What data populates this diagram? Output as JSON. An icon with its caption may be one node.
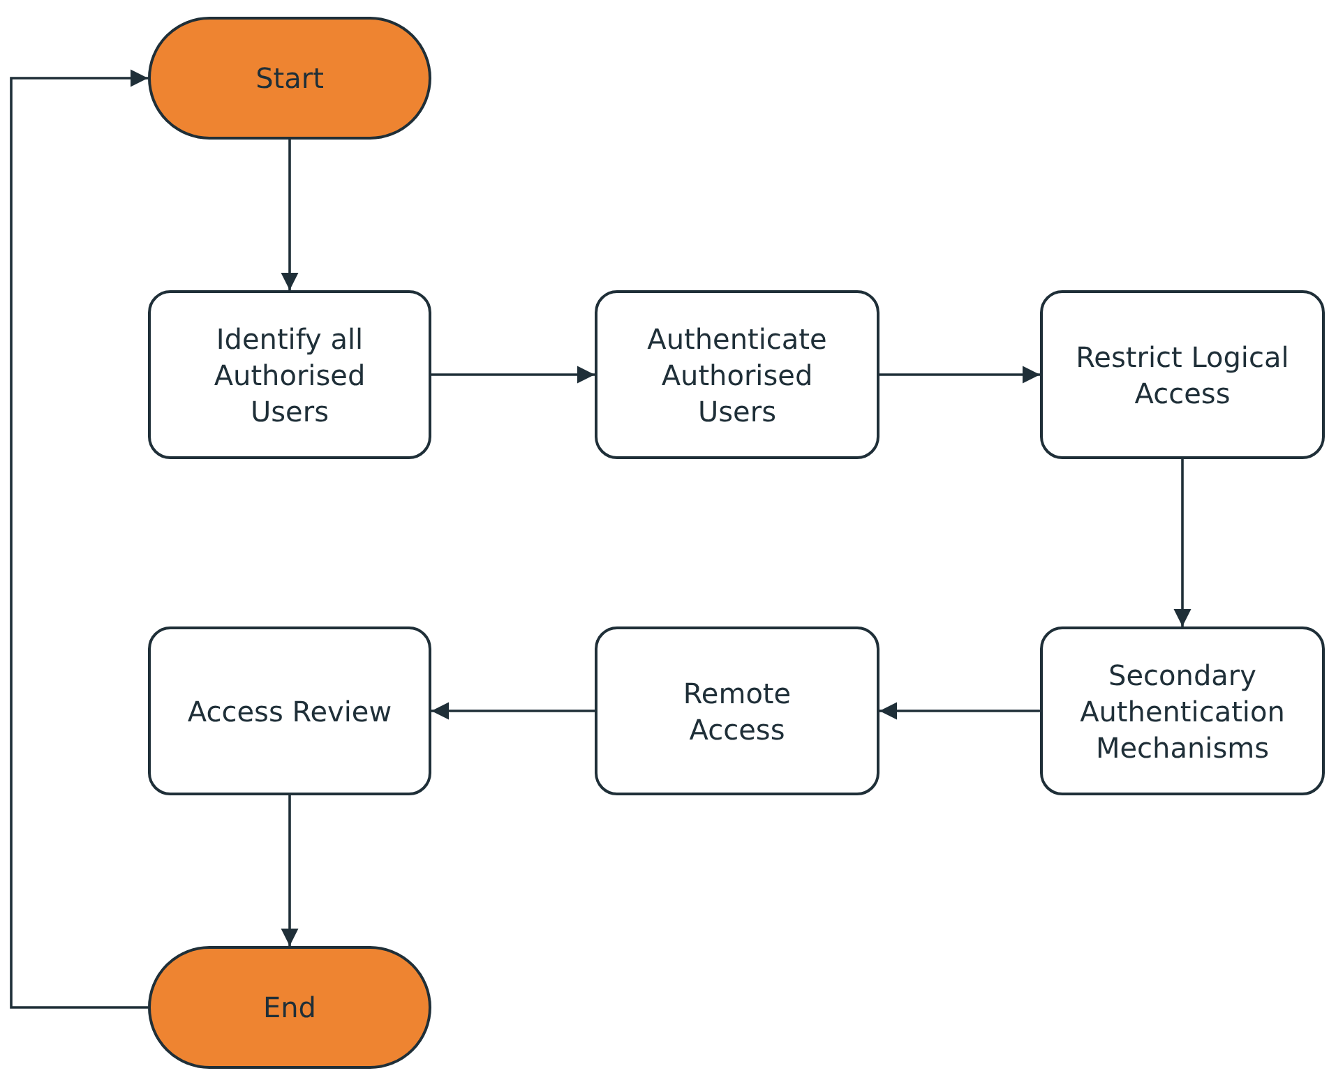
{
  "diagram": {
    "nodes": [
      {
        "text": [
          "Start"
        ]
      },
      {
        "text": [
          "Identify all Authorised Users"
        ]
      },
      {
        "text": [
          "Authenticate Authorised Users"
        ]
      },
      {
        "text": [
          "Restrict Logical Access"
        ]
      },
      {
        "text": [
          "Secondary Authentication Mechanisms"
        ]
      },
      {
        "text": [
          "Remote Access"
        ]
      },
      {
        "text": [
          "Access Review"
        ]
      },
      {
        "text": [
          "End"
        ]
      }
    ],
    "edges": [
      {
        "from": 0,
        "to": 1,
        "arrow": "to"
      },
      {
        "from": 1,
        "to": 2,
        "arrow": "to"
      },
      {
        "from": 2,
        "to": 3,
        "arrow": "to"
      },
      {
        "from": 3,
        "to": 4,
        "arrow": "to"
      },
      {
        "from": 4,
        "to": 5,
        "arrow": "to"
      },
      {
        "from": 5,
        "to": 6,
        "arrow": "to"
      },
      {
        "from": 6,
        "to": 7,
        "arrow": "to"
      },
      {
        "from": 7,
        "to": 0,
        "arrow": "to"
      }
    ]
  }
}
